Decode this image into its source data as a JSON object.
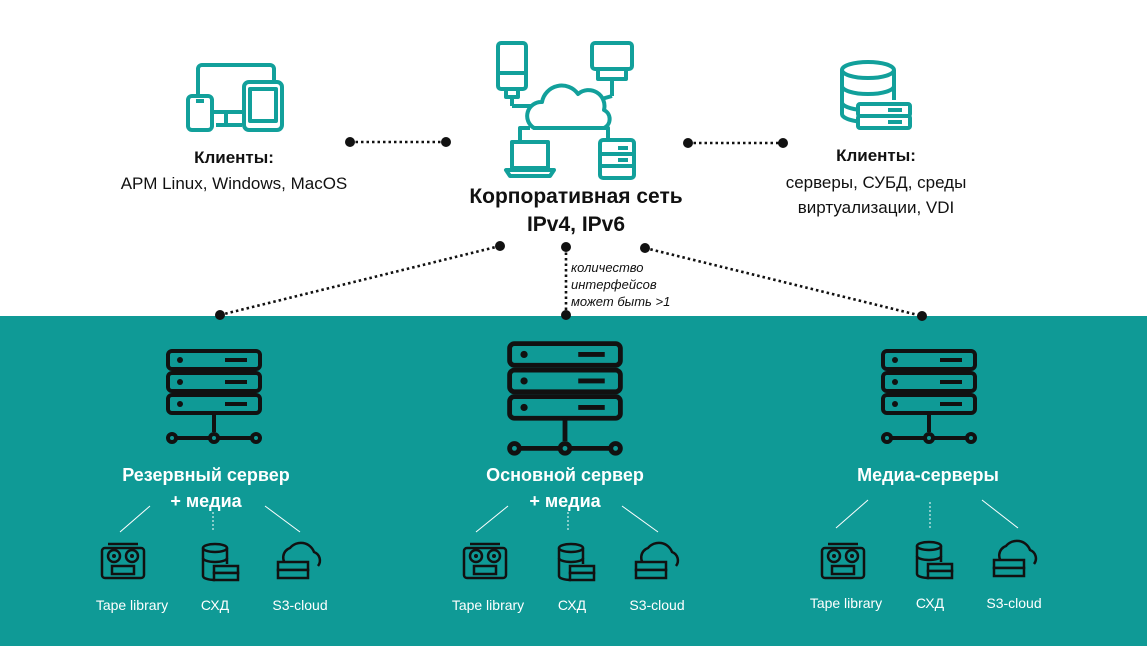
{
  "center": {
    "line1": "Корпоративная сеть",
    "line2": "IPv4, IPv6"
  },
  "clients_left": {
    "title": "Клиенты:",
    "subtitle": "АРМ Linux, Windows, MacOS"
  },
  "clients_right": {
    "title": "Клиенты:",
    "line1": "серверы, СУБД, среды",
    "line2": "виртуализации, VDI"
  },
  "note": {
    "line1": "количество",
    "line2": "интерфейсов",
    "line3": "может быть >1"
  },
  "servers": [
    {
      "line1": "Резервный сервер",
      "line2": "+ медиа"
    },
    {
      "line1": "Основной сервер",
      "line2": "+ медиа"
    },
    {
      "line1": "Медиа-серверы",
      "line2": ""
    }
  ],
  "storage": {
    "tape": "Tape library",
    "sxd": "СХД",
    "s3": "S3-cloud"
  },
  "colors": {
    "teal": "#0f9a96",
    "icon_stroke": "#12a09b"
  },
  "icons": [
    "devices-icon",
    "network-cloud-icon",
    "database-icon",
    "server-rack-icon",
    "tape-library-icon",
    "storage-icon",
    "s3-cloud-icon"
  ]
}
